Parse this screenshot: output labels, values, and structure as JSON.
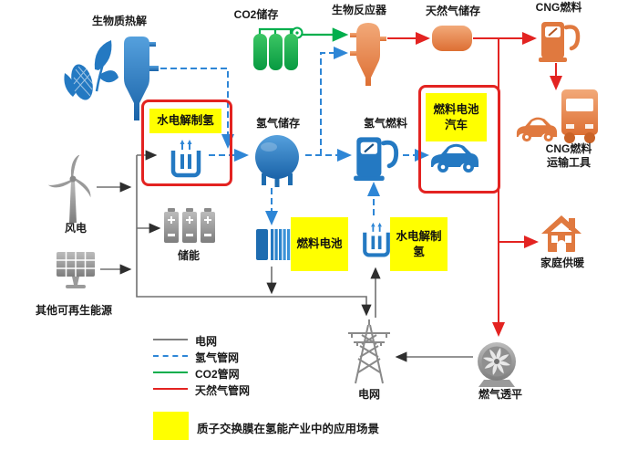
{
  "diagram_title": "质子交换膜在氢能产业中的应用场景",
  "colors": {
    "hydrogen_blue": "#2479c2",
    "pipeline_hydrogen": "#2e86d6",
    "pipeline_co2": "#00ae4c",
    "pipeline_natural_gas": "#e32321",
    "pipeline_grid": "#707070",
    "natural_gas_orange": "#e78450",
    "renewable_gray": "#9a9a9a",
    "highlight_yellow": "#ffff00",
    "highlight_box_red": "#e32321"
  },
  "nodes": {
    "biomass_pyrolysis": {
      "label": "生物质热解"
    },
    "co2_storage": {
      "label": "CO2储存"
    },
    "bioreactor": {
      "label": "生物反应器"
    },
    "natural_gas_storage": {
      "label": "天然气储存"
    },
    "cng_fuel": {
      "label": "CNG燃料"
    },
    "electrolysis_top": {
      "label": "水电解制氢"
    },
    "hydrogen_storage": {
      "label": "氢气储存"
    },
    "hydrogen_fuel": {
      "label": "氢气燃料"
    },
    "fuel_cell_vehicle": {
      "line1": "燃料电池",
      "line2": "汽车"
    },
    "cng_vehicles": {
      "line1": "CNG燃料",
      "line2": "运输工具"
    },
    "wind_power": {
      "label": "风电"
    },
    "energy_storage": {
      "label": "储能"
    },
    "other_renewables": {
      "label": "其他可再生能源"
    },
    "fuel_cell": {
      "label": "燃料电池"
    },
    "electrolysis_bottom": {
      "line1": "水电解制",
      "line2": "氢"
    },
    "power_grid": {
      "label": "电网"
    },
    "gas_turbine": {
      "label": "燃气透平"
    },
    "home_heating": {
      "label": "家庭供暖"
    }
  },
  "legend": {
    "items": [
      {
        "label": "电网",
        "color": "#7f7f7f",
        "style": "solid"
      },
      {
        "label": "氢气管网",
        "color": "#2e86d6",
        "style": "dashed"
      },
      {
        "label": "CO2管网",
        "color": "#00ae4c",
        "style": "solid"
      },
      {
        "label": "天然气管网",
        "color": "#e32321",
        "style": "solid"
      }
    ],
    "note": "质子交换膜在氢能产业中的应用场景"
  }
}
